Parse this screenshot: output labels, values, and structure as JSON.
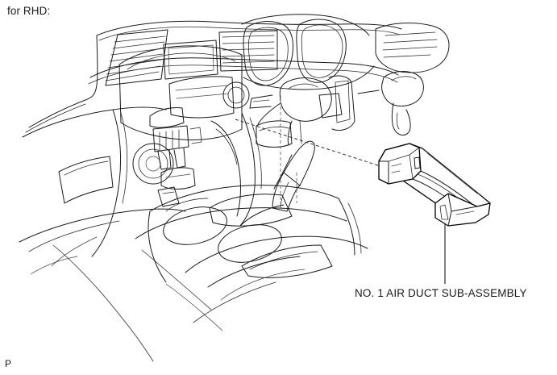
{
  "figure": {
    "title": "for RHD:",
    "page_marker": "P",
    "callout": {
      "label": "NO. 1 AIR DUCT SUB-ASSEMBLY",
      "leader_style": "solid-vertical",
      "pointer_style": "dashed"
    },
    "subject": "vehicle interior instrument panel with No. 1 air duct sub-assembly",
    "view": "right-hand-drive cabin, front passenger side perspective",
    "colors": {
      "background": "#ffffff",
      "line": "#1b1b1b",
      "text": "#1a1a1a",
      "dashed_guide": "#777777"
    },
    "parts": [
      {
        "name": "instrument-panel",
        "note": "dashboard with center stack and vents"
      },
      {
        "name": "instrument-cluster",
        "note": "twin gauge binnacles"
      },
      {
        "name": "steering-column",
        "note": "column with bracket and connectors"
      },
      {
        "name": "center-console",
        "note": "console with two cup holders"
      },
      {
        "name": "glove-box",
        "note": "passenger side glove compartment"
      },
      {
        "name": "side-register",
        "note": "side air vent louvers"
      },
      {
        "name": "no-1-air-duct-sub-assembly",
        "note": "detached duct shown at right"
      }
    ]
  }
}
